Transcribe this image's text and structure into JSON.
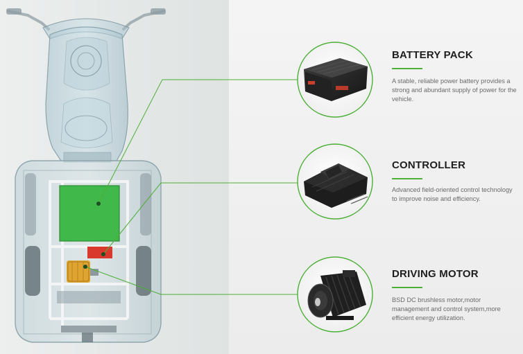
{
  "accent_color": "#4caf36",
  "components": [
    {
      "title": "BATTERY PACK",
      "description": "A stable, reliable power battery provides a strong and abundant supply of power for the vehicle.",
      "image_label_left": "",
      "image_label_right": ""
    },
    {
      "title": "CONTROLLER",
      "description": "Advanced field-oriented control technology to improve noise and efficiency."
    },
    {
      "title": "DRIVING MOTOR",
      "description": "BSD DC brushless motor,motor management and control system,more efficient energy utilization."
    }
  ]
}
